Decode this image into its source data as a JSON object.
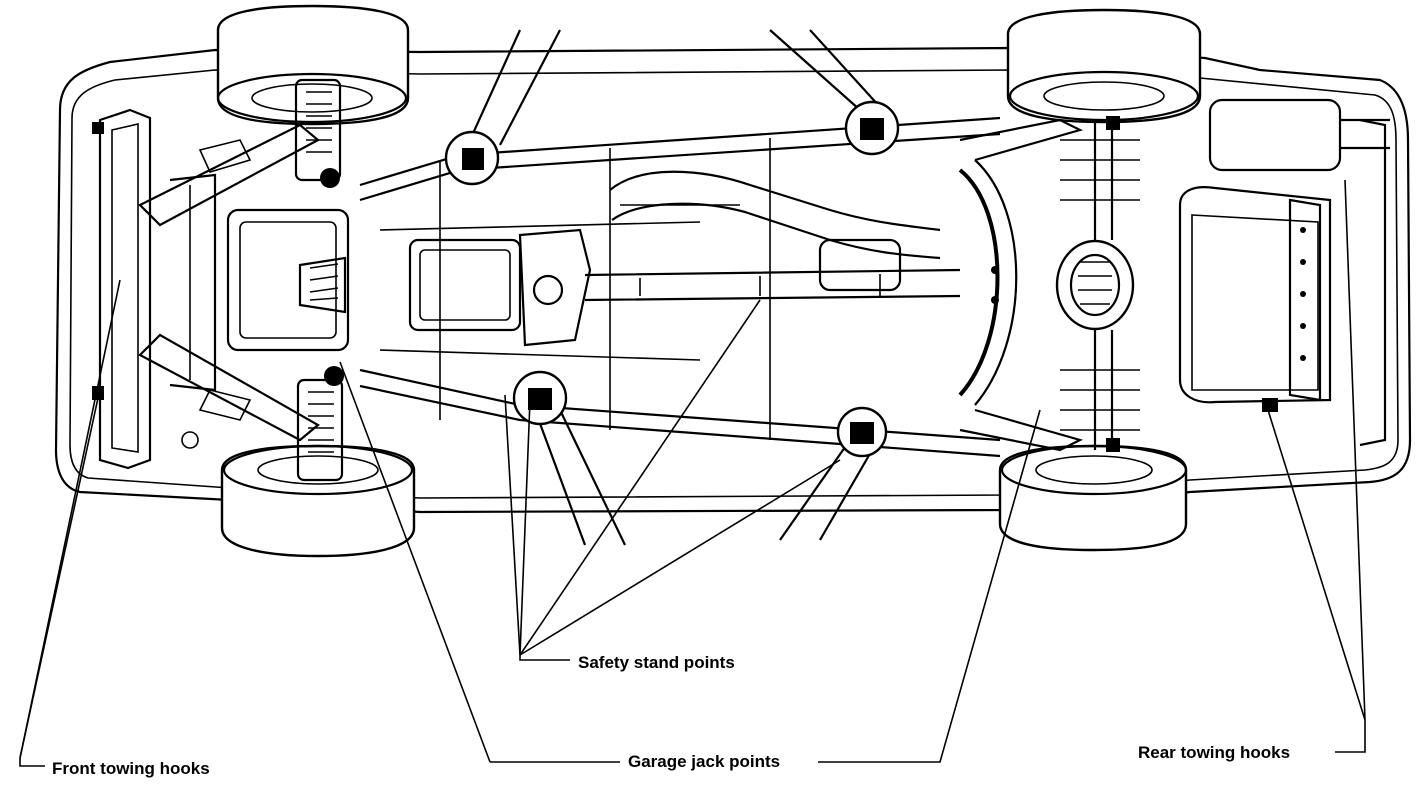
{
  "labels": {
    "safety_stand_points": "Safety stand points",
    "front_towing_hooks": "Front towing hooks",
    "garage_jack_points": "Garage jack points",
    "rear_towing_hooks": "Rear towing hooks"
  },
  "colors": {
    "ink": "#000000",
    "paper": "#ffffff"
  }
}
